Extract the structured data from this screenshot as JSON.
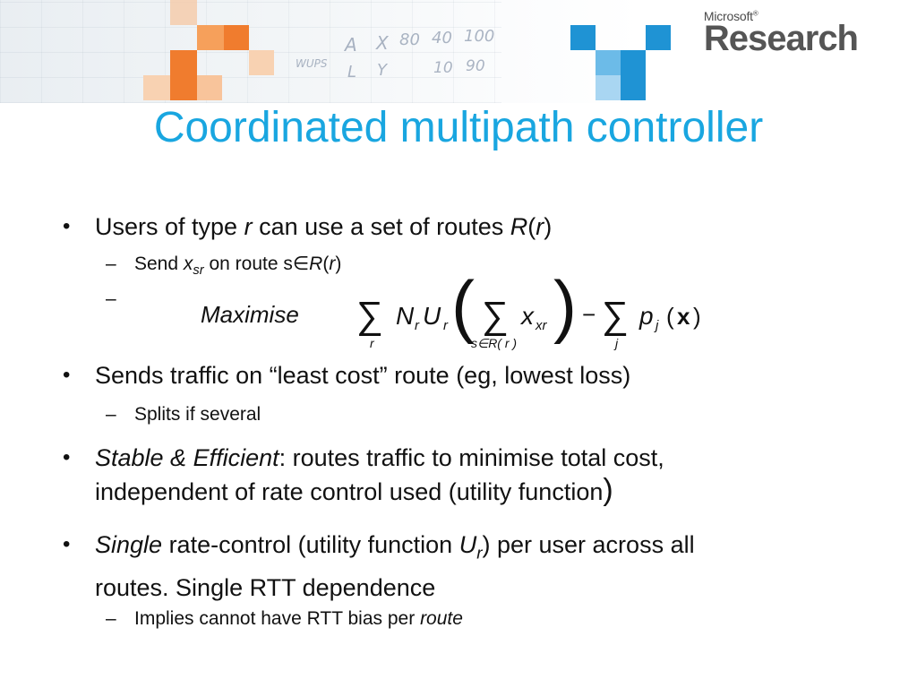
{
  "header": {
    "logo_small": "Microsoft",
    "logo_large": "Research",
    "trademark": "®"
  },
  "whiteboard": {
    "row1": [
      "A",
      "X",
      "80",
      "40",
      "100"
    ],
    "row2": [
      "L",
      "Y",
      "10",
      "90"
    ],
    "scribble": "WUPS"
  },
  "title": "Coordinated multipath controller",
  "bullets": {
    "b1": {
      "pre": "Users of type ",
      "var": "r",
      "mid": " can use a set of routes ",
      "set": "R",
      "open": "(",
      "arg": "r",
      "close": ")"
    },
    "s1": {
      "pre": "Send ",
      "var": "x",
      "sub": "sr",
      "mid": "  on route s",
      "elem": "∈",
      "set": "R",
      "open": "(",
      "arg": "r",
      "close": ")"
    },
    "s2": {
      "dash": "–"
    },
    "formula": {
      "word": "Maximise",
      "sum": "∑",
      "N": "N",
      "U": "U",
      "r": "r",
      "x": "x",
      "xr": "xr",
      "minus": "−",
      "p": "p",
      "j": "j",
      "open": "(",
      "bold_x": "x",
      "close": ")",
      "idx1": "r",
      "idx2": "s∈R( r )",
      "idx3": "j",
      "lparen": "(",
      "rparen": ")"
    },
    "b2": {
      "text": "Sends traffic on “least cost” route (eg, lowest loss)"
    },
    "s3": {
      "text": "Splits if several"
    },
    "b3": {
      "em": "Stable & Efficient",
      "rest": ": routes traffic to minimise total cost,",
      "line2": "independent of rate control used (utility function",
      "close": ")"
    },
    "b4": {
      "em": "Single",
      "mid": " rate-control (utility function ",
      "var": "U",
      "sub": "r",
      "rest": ") per user across all",
      "line2": "routes.  Single RTT dependence"
    },
    "s4": {
      "pre": "Implies cannot have RTT bias per ",
      "em": "route"
    }
  },
  "markers": {
    "bullet": "•",
    "dash": "–"
  },
  "colors": {
    "title": "#19a6e0",
    "orange": "#f07c2e",
    "blue": "#1f93d4",
    "text": "#111111"
  }
}
